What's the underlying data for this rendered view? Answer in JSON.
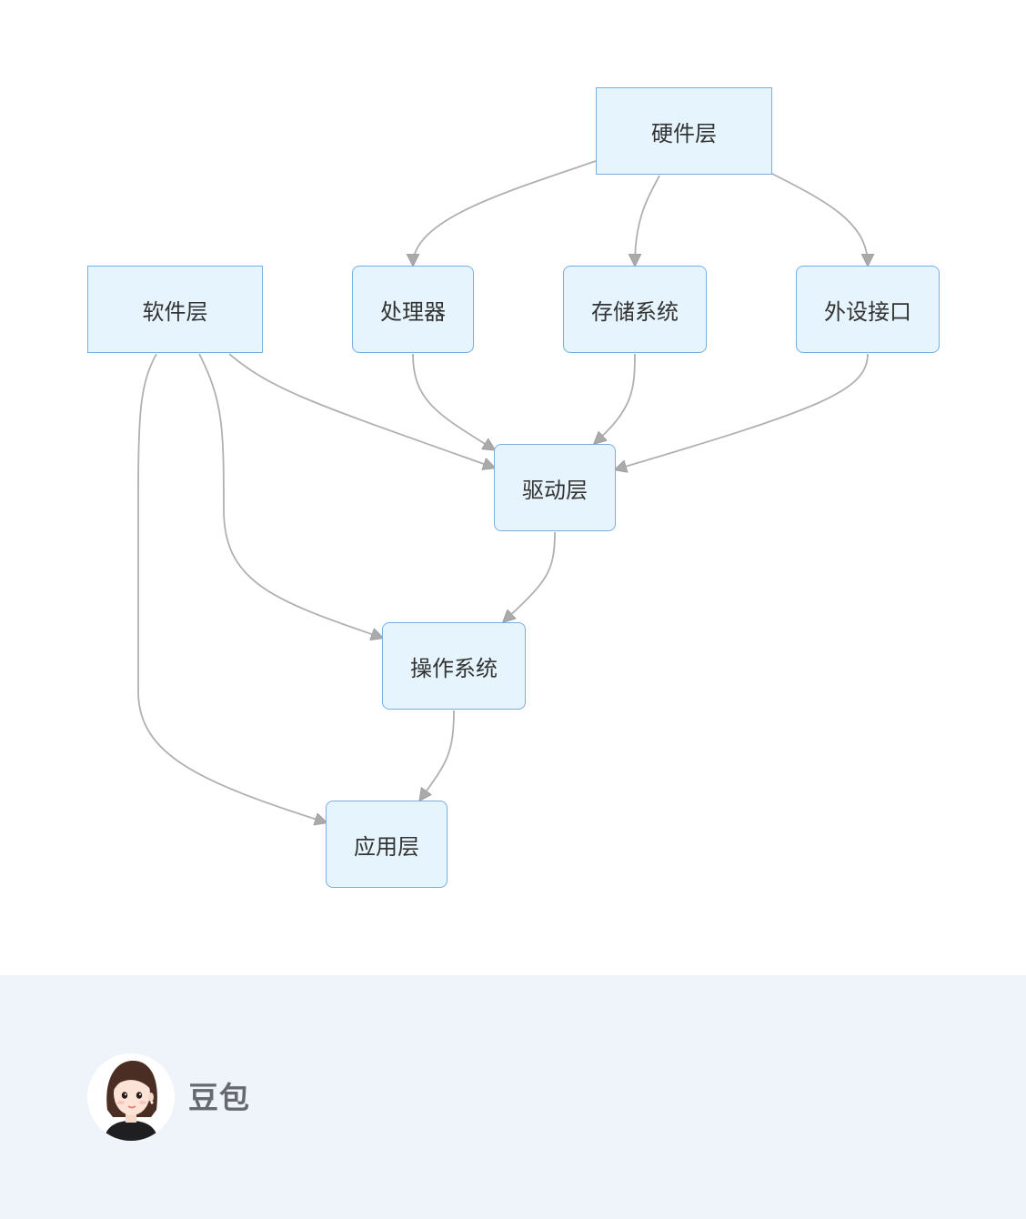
{
  "diagram": {
    "nodes": {
      "hardware": "硬件层",
      "software": "软件层",
      "processor": "处理器",
      "storage": "存储系统",
      "peripheral": "外设接口",
      "driver": "驱动层",
      "os": "操作系统",
      "application": "应用层"
    },
    "edges": [
      {
        "from": "hardware",
        "to": "processor"
      },
      {
        "from": "hardware",
        "to": "storage"
      },
      {
        "from": "hardware",
        "to": "peripheral"
      },
      {
        "from": "processor",
        "to": "driver"
      },
      {
        "from": "storage",
        "to": "driver"
      },
      {
        "from": "peripheral",
        "to": "driver"
      },
      {
        "from": "software",
        "to": "driver"
      },
      {
        "from": "software",
        "to": "os"
      },
      {
        "from": "software",
        "to": "application"
      },
      {
        "from": "driver",
        "to": "os"
      },
      {
        "from": "os",
        "to": "application"
      }
    ],
    "colors": {
      "node_fill": "#e6f4fd",
      "node_border": "#7aaee0",
      "edge": "#aaaaaa"
    }
  },
  "footer": {
    "assistant_name": "豆包",
    "avatar_icon": "assistant-avatar-icon"
  }
}
